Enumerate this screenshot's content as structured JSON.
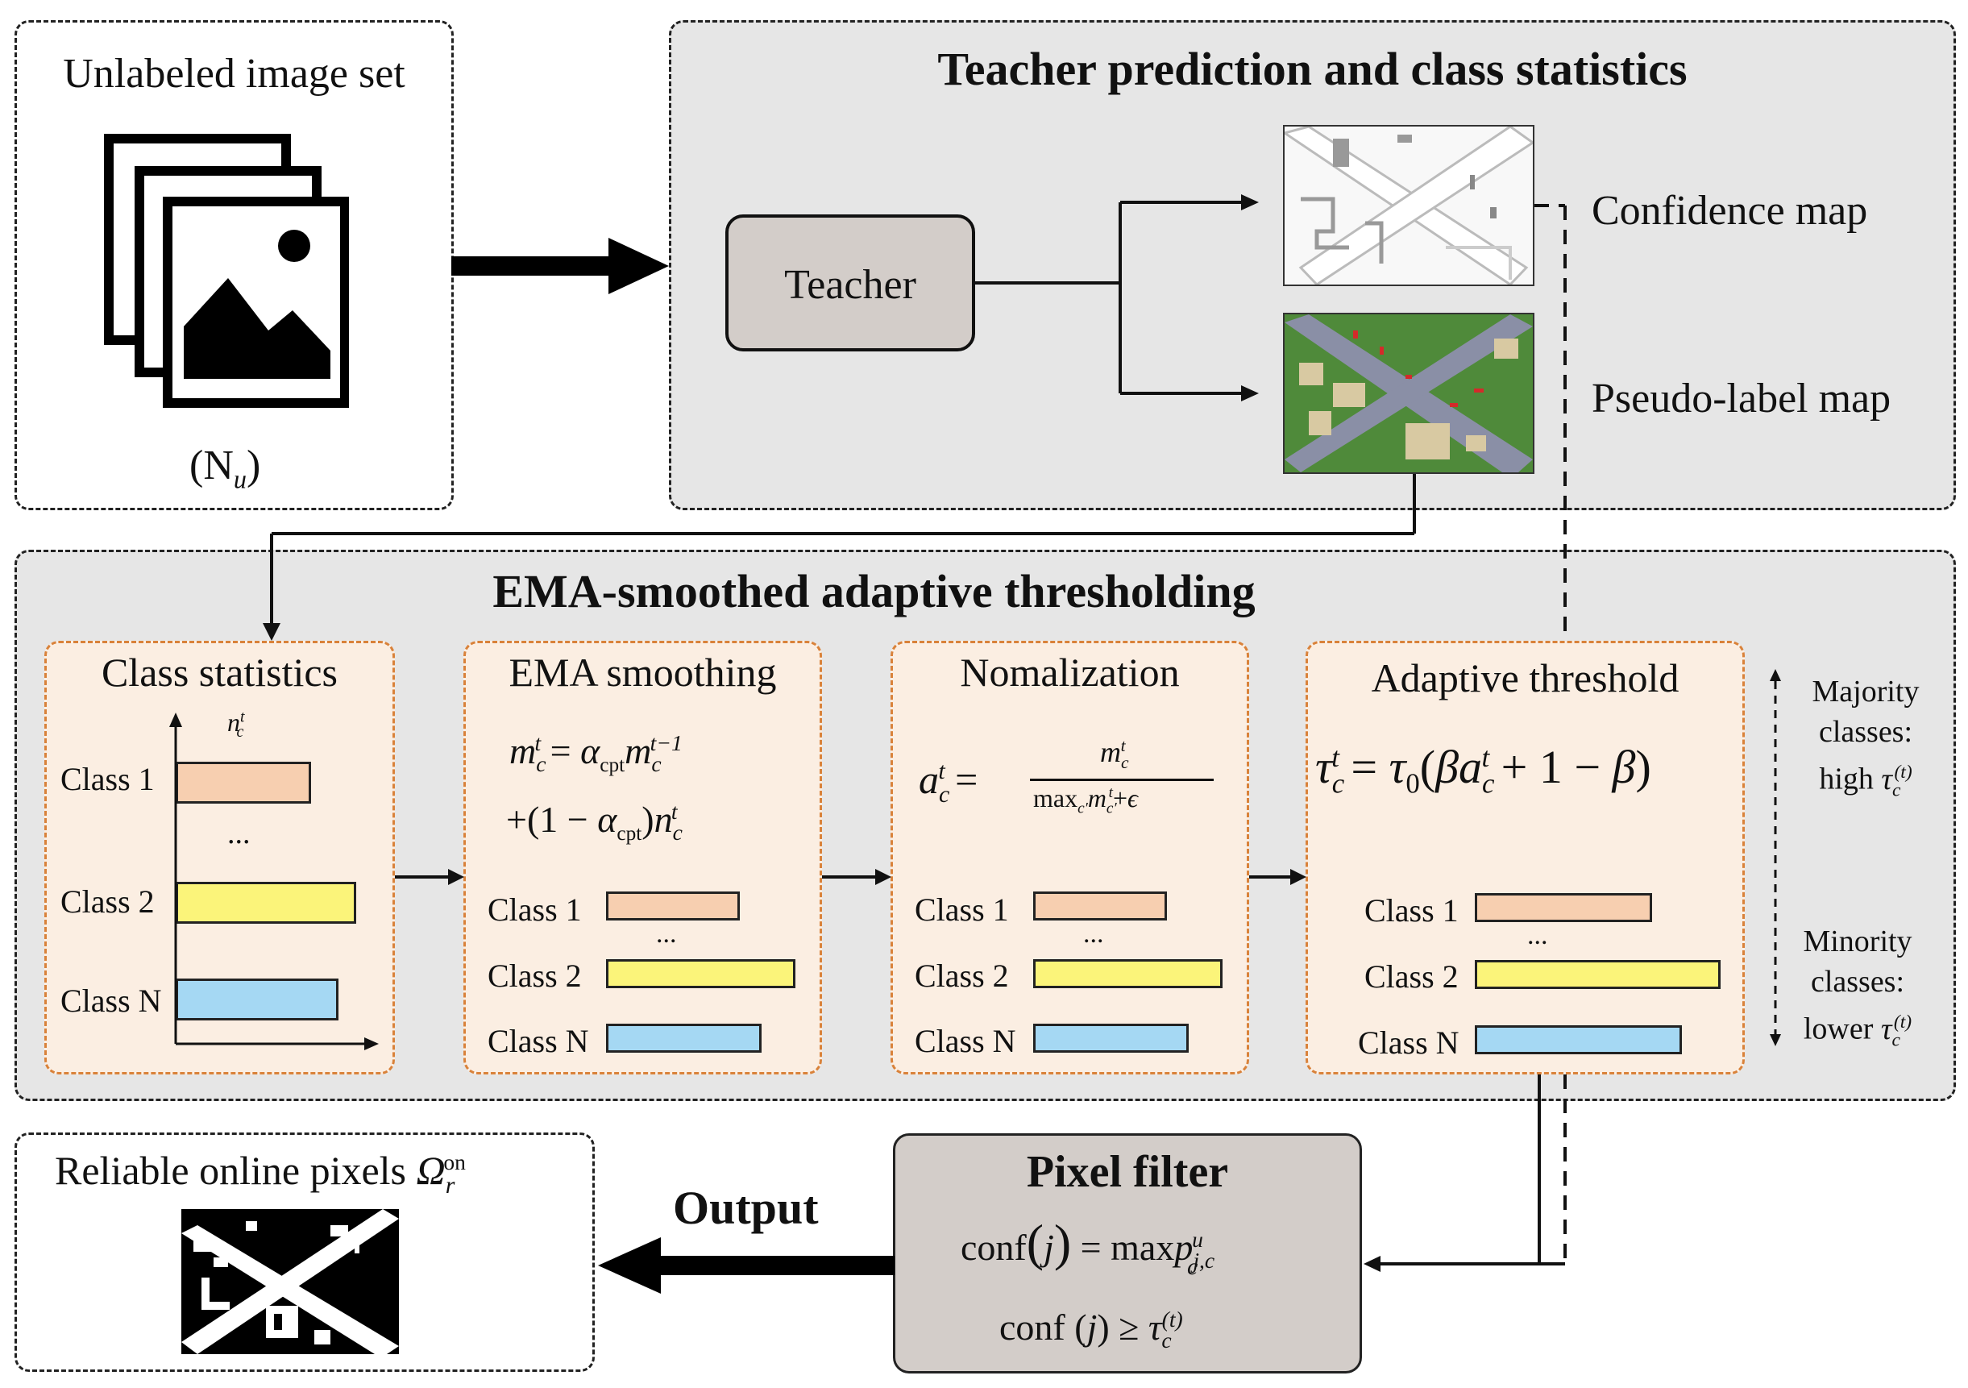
{
  "unlabeled": {
    "title": "Unlabeled image set",
    "count": "(N",
    "count_sub": "u",
    "count_close": ")"
  },
  "teacher_section": {
    "title": "Teacher prediction and class statistics",
    "teacher": "Teacher",
    "confidence_map": "Confidence map",
    "pseudo_label_map": "Pseudo-label map"
  },
  "ema_section": {
    "title": "EMA-smoothed adaptive thresholding",
    "class_statistics": {
      "title": "Class statistics",
      "axis_label": "n",
      "axis_sup": "t",
      "axis_sub": "c"
    },
    "ema_smoothing": {
      "title": "EMA smoothing"
    },
    "normalization": {
      "title": "Nomalization"
    },
    "adaptive_threshold": {
      "title": "Adaptive threshold"
    },
    "classes": [
      "Class 1",
      "Class 2",
      "Class N"
    ],
    "ellipsis": "...",
    "colors": {
      "class1": "#f7cfb0",
      "class2": "#fbf47a",
      "classN": "#a5d8f3"
    },
    "majority": [
      "Majority",
      "classes:",
      "high"
    ],
    "minority": [
      "Minority",
      "classes:",
      "lower"
    ]
  },
  "pixel_filter": {
    "title": "Pixel filter"
  },
  "output": {
    "label": "Output",
    "reliable": "Reliable online pixels"
  },
  "colors": {
    "stage_border": "#d9823a",
    "stage_fill": "#fbeee2",
    "section_fill": "#e6e6e6",
    "teacher_fill": "#d3cdc9"
  }
}
